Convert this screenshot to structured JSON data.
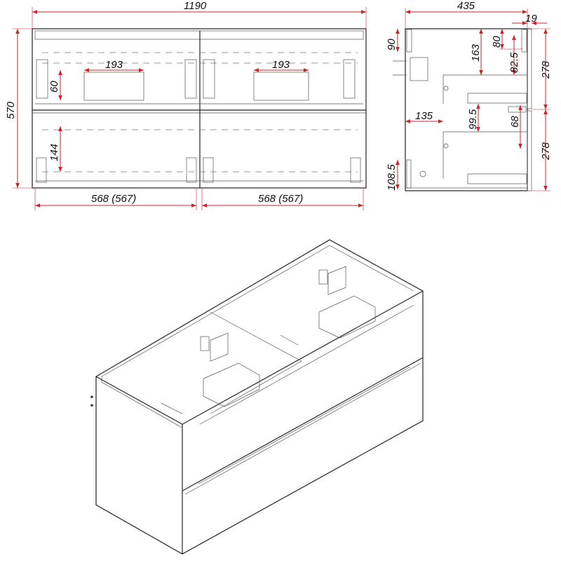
{
  "front_view": {
    "overall_width": "1190",
    "overall_height": "570",
    "left_drawer_width": "568 (567)",
    "right_drawer_width": "568 (567)",
    "left_cutout_width": "193",
    "right_cutout_width": "193",
    "cutout_depth": "60",
    "lower_cutout_height": "144"
  },
  "side_view": {
    "depth": "435",
    "front_thickness": "19",
    "top_bracket": "90",
    "top_to_cutout": "163",
    "top_to_step": "80",
    "step_to_cutout": "82.5",
    "upper_drawer_height": "278",
    "lower_drawer_height": "278",
    "cutout_offset": "135",
    "cutout_gap": "99.5",
    "rail_gap": "68",
    "bottom_bracket": "108.5"
  },
  "colors": {
    "dimension": "#d0202a",
    "line": "#222222"
  }
}
